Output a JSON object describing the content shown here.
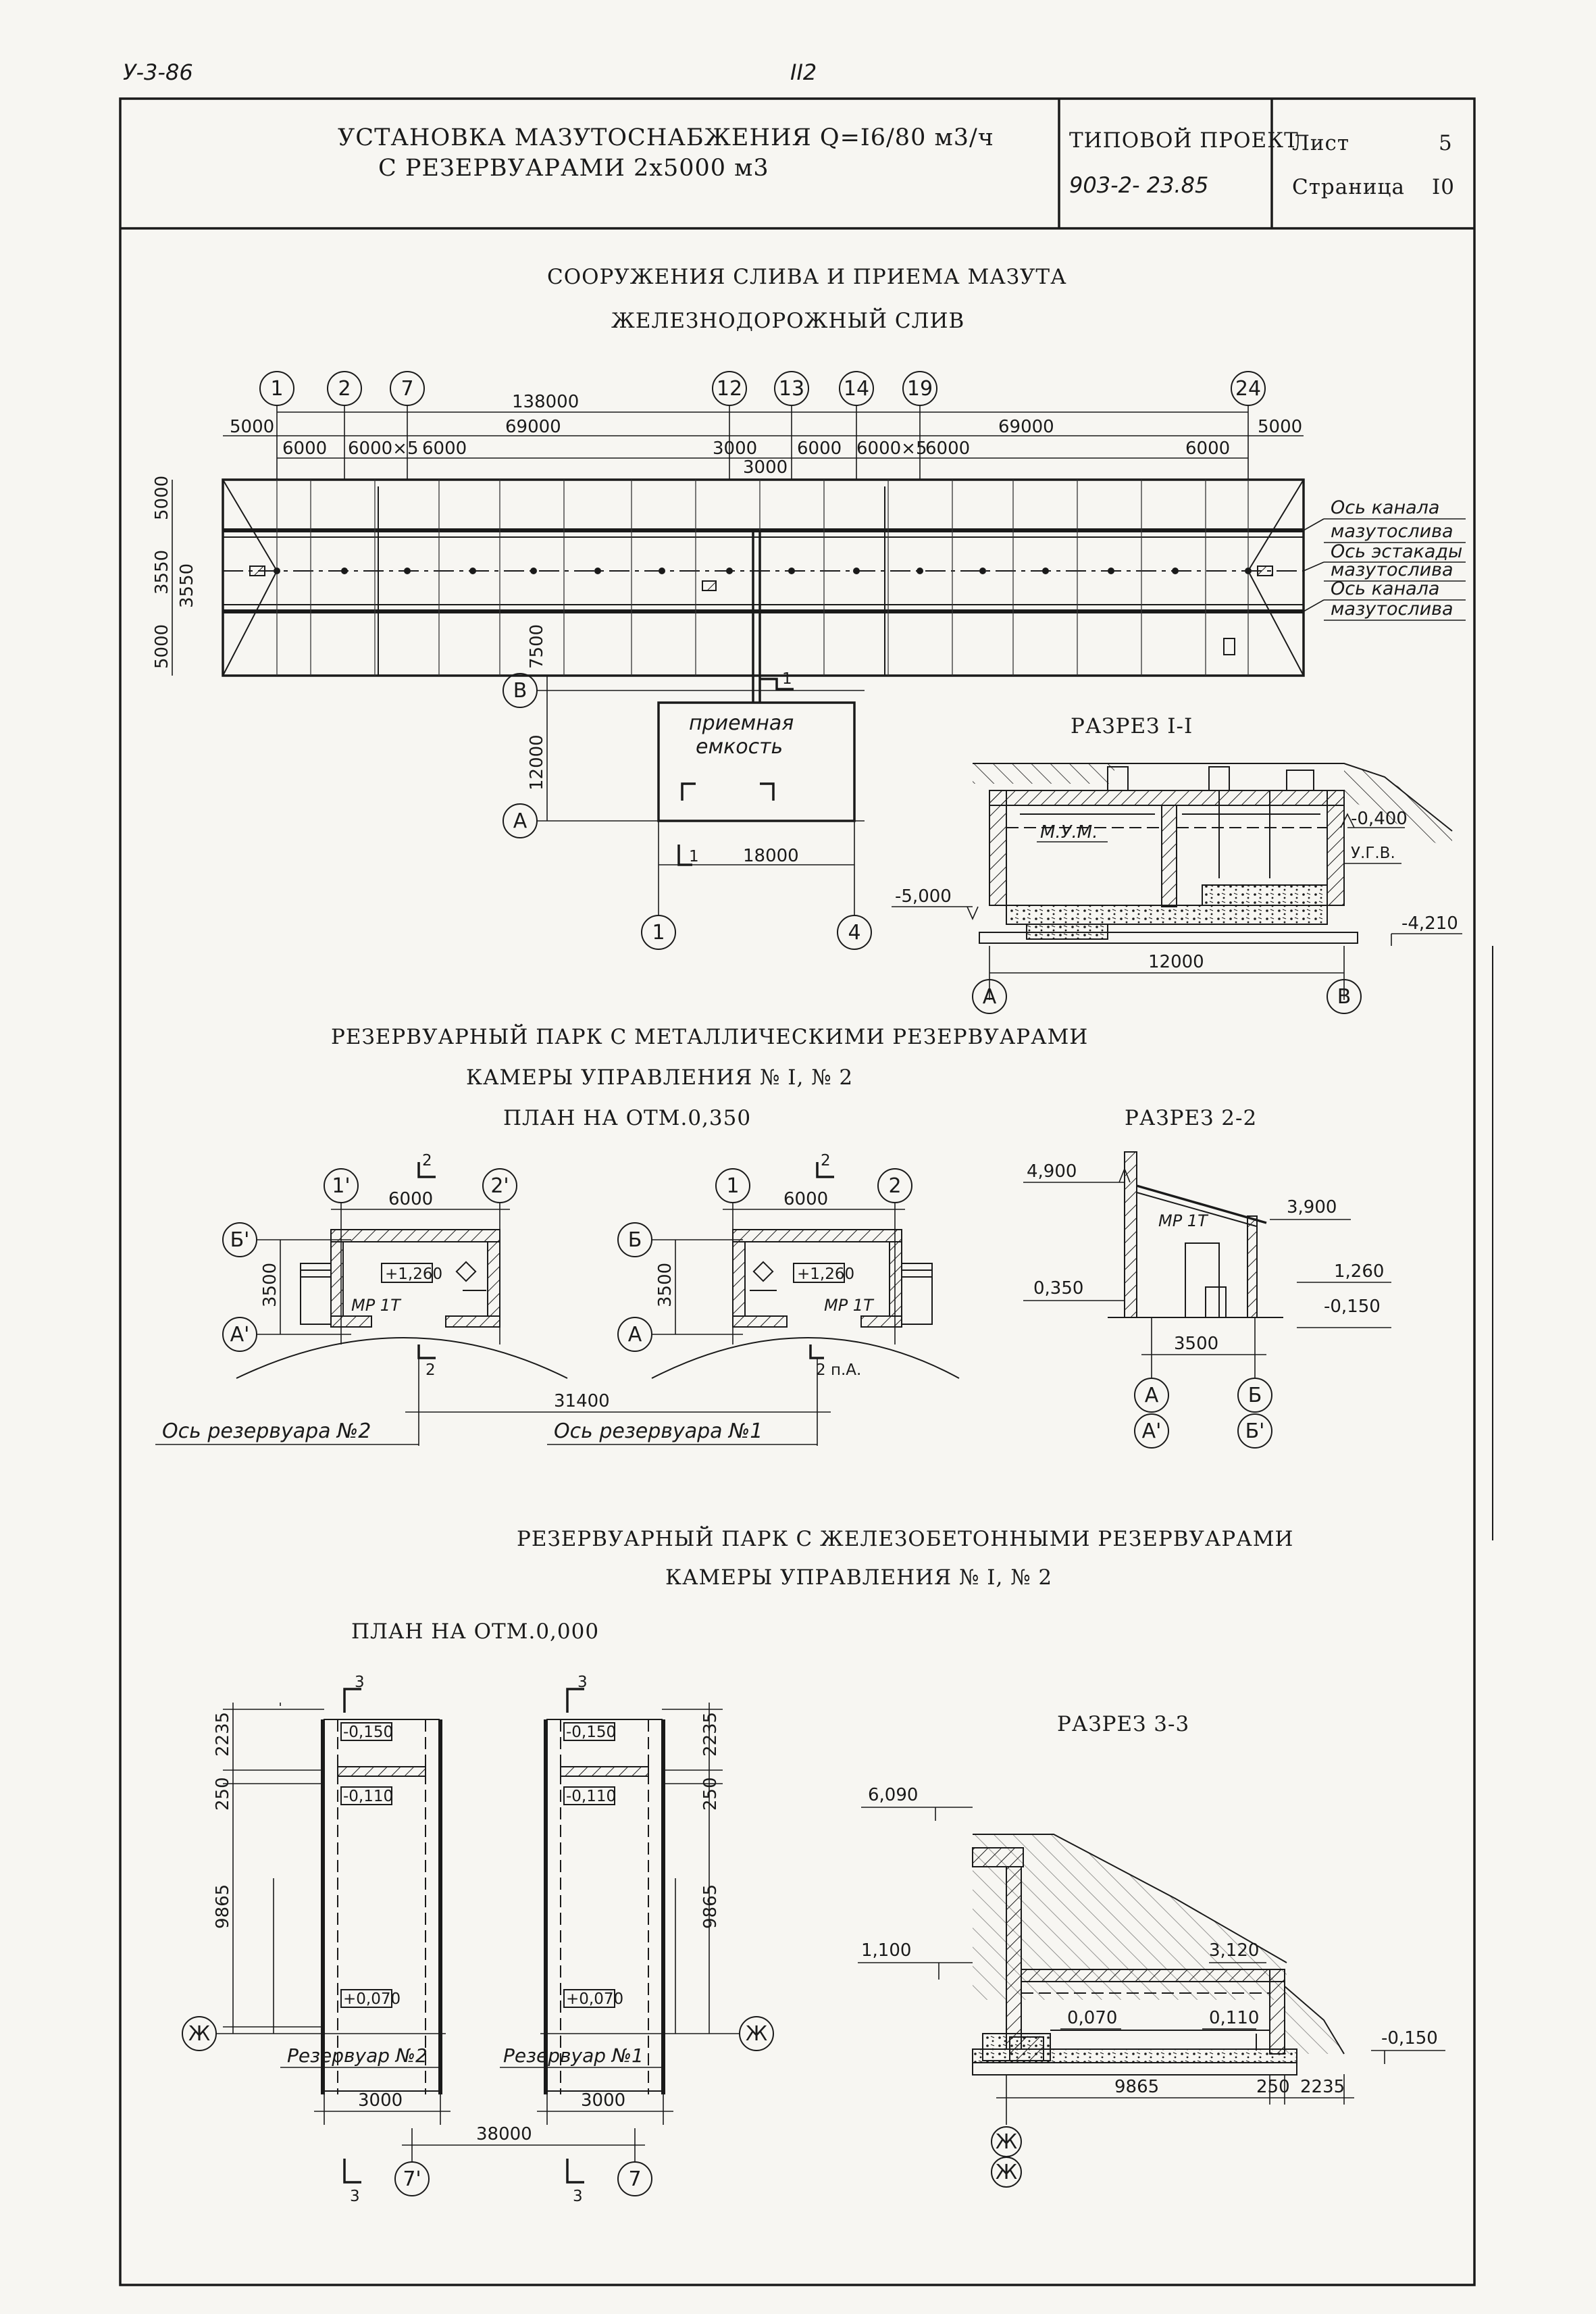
{
  "header": {
    "code": "У-3-86",
    "page_number": "II2",
    "title_line1": "УСТАНОВКА МАЗУТОСНАБЖЕНИЯ Q=I6/80 м3/ч",
    "title_line2": "С РЕЗЕРВУАРАМИ 2х5000 м3",
    "project_label": "ТИПОВОЙ ПРОЕКТ",
    "project_number": "903-2- 23.85",
    "sheet_label": "Лист",
    "sheet_value": "5",
    "page_label": "Страница",
    "page_value": "I0"
  },
  "section1": {
    "title1": "СООРУЖЕНИЯ СЛИВА И ПРИЕМА МАЗУТА",
    "title2": "ЖЕЛЕЗНОДОРОЖНЫЙ СЛИВ",
    "axes_top": [
      "1",
      "2",
      "7",
      "12",
      "13",
      "14",
      "19",
      "24"
    ],
    "dims": {
      "total": "138000",
      "half": "69000",
      "end": "5000",
      "bay": "6000",
      "bay_x5": "6000×5",
      "a3000": "3000",
      "h5000": "5000",
      "h3550": "3550",
      "v7500": "7500",
      "v12000": "12000",
      "w18000": "18000"
    },
    "labels": {
      "canal_axis": "Ось канала",
      "mazutosliva": "мазутослива",
      "estakada_axis": "Ось эстакады",
      "tank_line1": "приемная",
      "tank_line2": "емкость",
      "cut": "1"
    },
    "axes_side": [
      "В",
      "А"
    ],
    "axes_bottom": [
      "1",
      "4"
    ]
  },
  "section_1_1": {
    "title": "РАЗРЕЗ I-I",
    "label_mum": "М.У.М.",
    "label_ugv": "У.Г.В.",
    "elev_minus5": "-5,000",
    "elev_minus04": "-0,400",
    "elev_minus4210": "-4,210",
    "width": "12000",
    "axes": [
      "А",
      "В"
    ]
  },
  "section2": {
    "title1": "РЕЗЕРВУАРНЫЙ ПАРК С МЕТАЛЛИЧЕСКИМИ РЕЗЕРВУАРАМИ",
    "title2": "КАМЕРЫ УПРАВЛЕНИЯ № I, № 2",
    "plan_title": "ПЛАН НА ОТМ.0,350",
    "left": {
      "axes_top": [
        "1'",
        "2'"
      ],
      "axes_side": [
        "Б'",
        "А'"
      ],
      "width": "6000",
      "height": "3500",
      "elev": "+1,260",
      "room": "МР 1Т",
      "cut": "2"
    },
    "right": {
      "axes_top": [
        "1",
        "2"
      ],
      "axes_side": [
        "Б",
        "А"
      ],
      "width": "6000",
      "height": "3500",
      "elev": "+1,260",
      "room": "МР 1Т",
      "cut": "2",
      "cut_note": "2 п.А."
    },
    "span": "31400",
    "tank2": "Ось резервуара №2",
    "tank1": "Ось резервуара №1"
  },
  "section_2_2": {
    "title": "РАЗРЕЗ 2-2",
    "elev_4900": "4,900",
    "elev_3900": "3,900",
    "elev_0350": "0,350",
    "elev_1260": "1,260",
    "elev_m0150": "-0,150",
    "room": "МР 1Т",
    "width": "3500",
    "axes_left": [
      "А",
      "А'"
    ],
    "axes_right": [
      "Б",
      "Б'"
    ]
  },
  "section3": {
    "title1": "РЕЗЕРВУАРНЫЙ ПАРК С ЖЕЛЕЗОБЕТОННЫМИ РЕЗЕРВУАРАМИ",
    "title2": "КАМЕРЫ УПРАВЛЕНИЯ № I, № 2",
    "plan_title": "ПЛАН НА ОТМ.0,000",
    "elevs": [
      "-0,150",
      "-0,110",
      "+0,070"
    ],
    "dims_v": [
      "2235",
      "250",
      "9865"
    ],
    "width": "3000",
    "tank2": "Резервуар №2",
    "tank1": "Резервуар №1",
    "cut": "3",
    "span": "38000",
    "axis_zh": "Ж",
    "axis_7p": "7'",
    "axis_7": "7"
  },
  "section_3_3": {
    "title": "РАЗРЕЗ 3-3",
    "elev_6090": "6,090",
    "elev_1100": "1,100",
    "elev_3120": "3,120",
    "elev_0070": "0,070",
    "elev_0110": "0,110",
    "elev_m0150": "-0,150",
    "d9865": "9865",
    "d250": "250",
    "d2235": "2235",
    "axis": "Ж"
  }
}
